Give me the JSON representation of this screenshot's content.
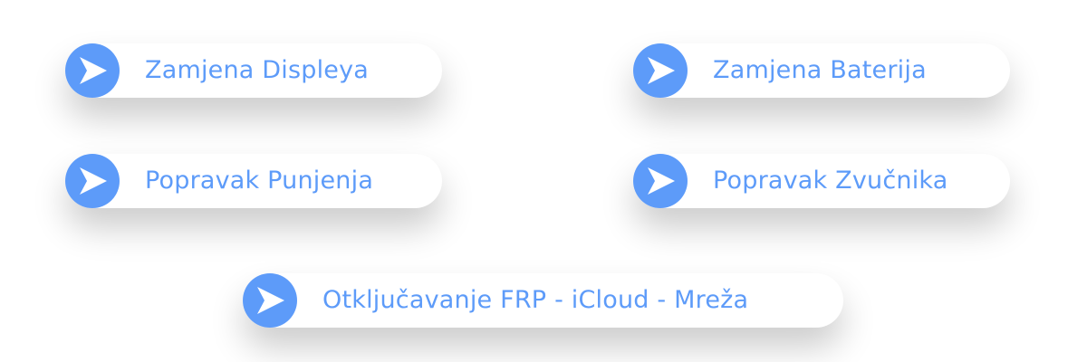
{
  "services": [
    {
      "label": "Zamjena Displeya",
      "icon": "arrow-right-icon"
    },
    {
      "label": "Zamjena Baterija",
      "icon": "arrow-right-icon"
    },
    {
      "label": "Popravak Punjenja",
      "icon": "arrow-right-icon"
    },
    {
      "label": "Popravak Zvučnika",
      "icon": "arrow-right-icon"
    },
    {
      "label": "Otključavanje FRP - iCloud - Mreža",
      "icon": "arrow-right-icon"
    }
  ],
  "colors": {
    "accent": "#5d9bf9",
    "pill_background": "#ffffff",
    "page_background": "#ffffff"
  }
}
